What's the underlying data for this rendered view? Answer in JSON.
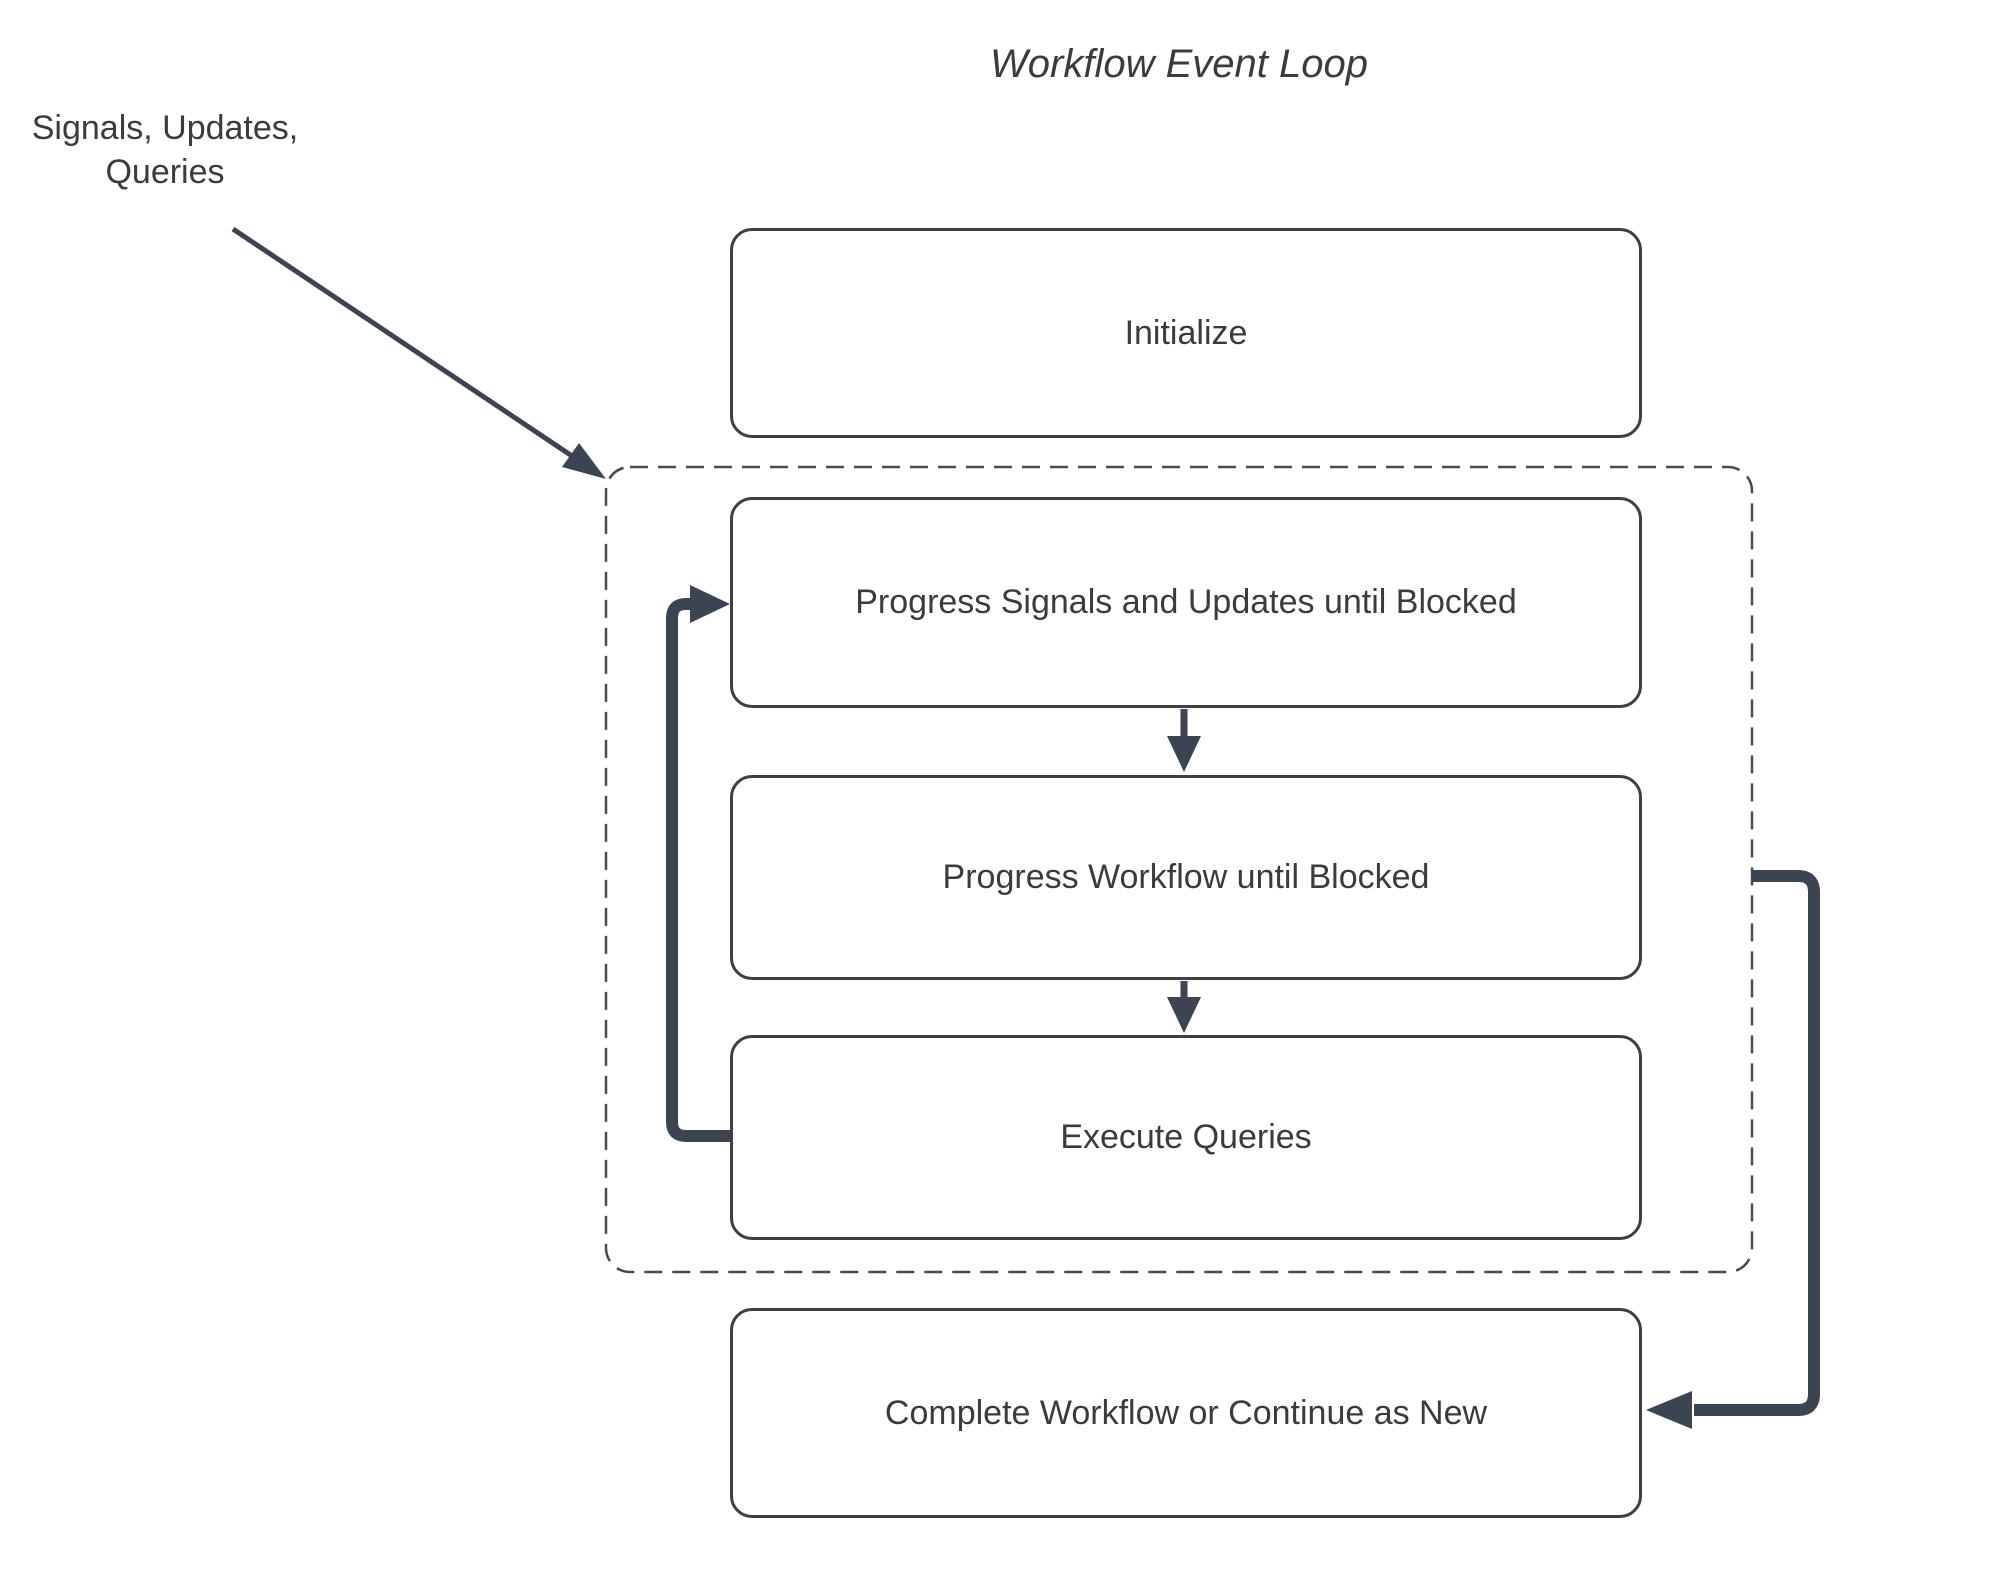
{
  "title": "Workflow Event Loop",
  "annotation": {
    "text": "Signals, Updates,\nQueries"
  },
  "nodes": {
    "initialize": {
      "label": "Initialize"
    },
    "progress_signals": {
      "label": "Progress Signals and Updates until Blocked"
    },
    "progress_workflow": {
      "label": "Progress Workflow until Blocked"
    },
    "execute_queries": {
      "label": "Execute Queries"
    },
    "complete": {
      "label": "Complete Workflow or Continue as New"
    }
  },
  "colors": {
    "background": "#ffffff",
    "text": "#3b3b3b",
    "box-border": "#3f3f3f",
    "dashed-border": "#4a4a4a",
    "arrow": "#3d4451"
  }
}
